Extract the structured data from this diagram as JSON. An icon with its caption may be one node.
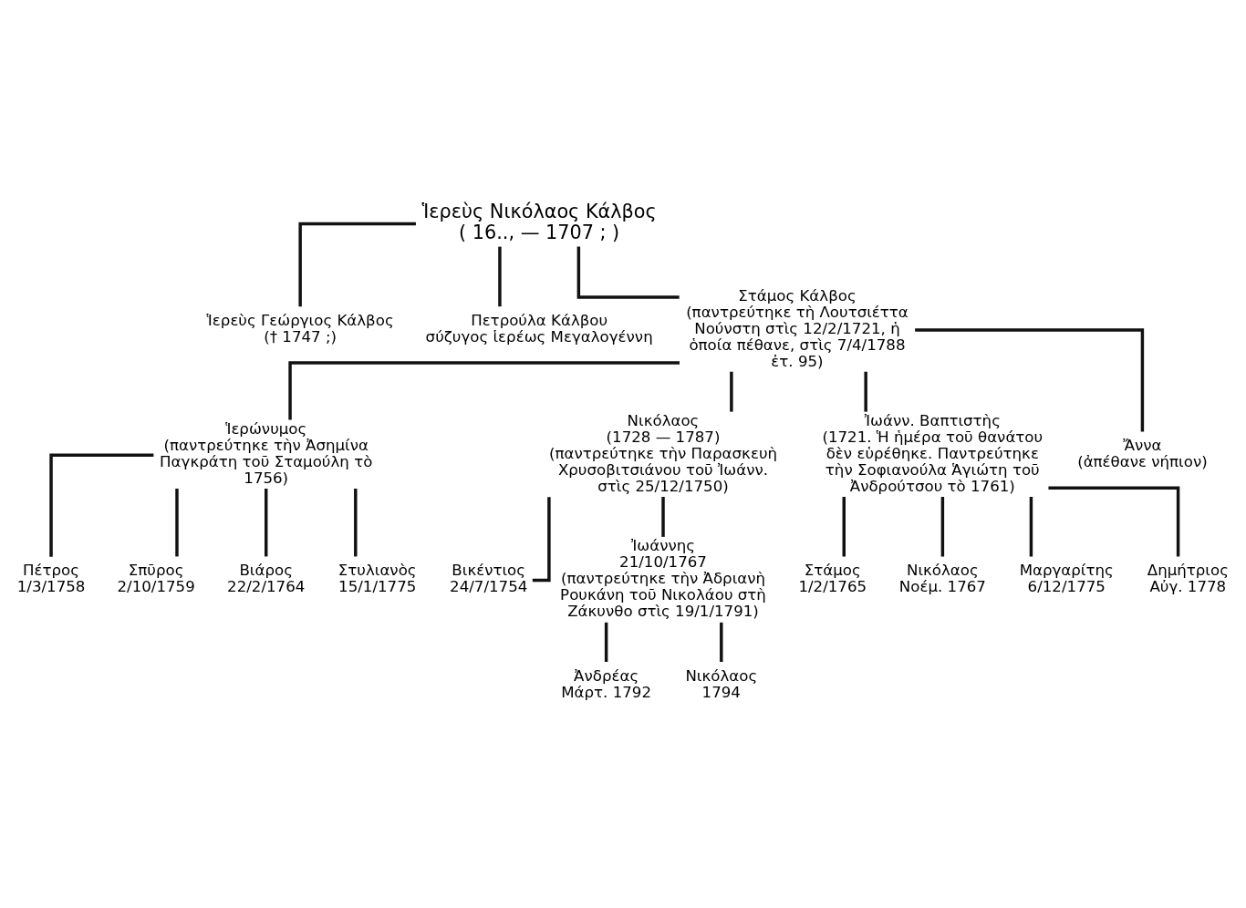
{
  "diagram": {
    "nodes": [
      {
        "text": [
          "Ἱερεὺς Νικόλαος Κάλβος",
          "( 16.., — 1707 ; )"
        ]
      },
      {
        "text": [
          "Ἱερεὺς Γεώργιος Κάλβος",
          "(† 1747 ;)"
        ]
      },
      {
        "text": [
          "Πετρούλα Κάλβου",
          "σύζυγος ἱερέως Μεγαλογέννη"
        ]
      },
      {
        "text": [
          "Στάμος Κάλβος",
          "(παντρεύτηκε τὴ Λουτσιέττα Νούνστη στὶς 12/2/1721, ἡ ὁποία πέθανε, στὶς 7/4/1788 ἐτ. 95)"
        ]
      },
      {
        "text": [
          "Ἱερώνυμος",
          "(παντρεύτηκε τὴν Ἀσημίνα Παγκράτη τοῦ Σταμούλη τὸ 1756)"
        ]
      },
      {
        "text": [
          "Νικόλαος",
          "(1728 — 1787)",
          "(παντρεύτηκε τὴν Παρασκευὴ Χρυσοβιτσιάνου τοῦ Ἰωάνν. στὶς 25/12/1750)"
        ]
      },
      {
        "text": [
          "Ἰωάνν. Βαπτιστὴς",
          "(1721. Ἡ ἡμέρα τοῦ θανάτου δὲν εὑρέθηκε. Παντρεύτηκε τὴν Σοφιανούλα Ἁγιώτη τοῦ Ἀνδρούτσου τὸ 1761)"
        ]
      },
      {
        "text": [
          "Ἄννα",
          "(ἀπέθανε νήπιον)"
        ]
      },
      {
        "text": [
          "Πέτρος",
          "1/3/1758"
        ]
      },
      {
        "text": [
          "Σπῦρος",
          "2/10/1759"
        ]
      },
      {
        "text": [
          "Βιάρος",
          "22/2/1764"
        ]
      },
      {
        "text": [
          "Στυλιανὸς",
          "15/1/1775"
        ]
      },
      {
        "text": [
          "Βικέντιος",
          "24/7/1754"
        ]
      },
      {
        "text": [
          "Ἰωάννης",
          "21/10/1767",
          "(παντρεύτηκε τὴν Ἀδριανὴ Ρουκάνη τοῦ Νικολάου στὴ Ζάκυνθο στὶς 19/1/1791)"
        ]
      },
      {
        "text": [
          "Στάμος",
          "1/2/1765"
        ]
      },
      {
        "text": [
          "Νικόλαος",
          "Νοέμ. 1767"
        ]
      },
      {
        "text": [
          "Μαργαρίτης",
          "6/12/1775"
        ]
      },
      {
        "text": [
          "Δημήτριος",
          "Αὐγ. 1778"
        ]
      },
      {
        "text": [
          "Ἀνδρέας",
          "Μάρτ. 1792"
        ]
      },
      {
        "text": [
          "Νικόλαος",
          "1794"
        ]
      }
    ],
    "edges": [
      {
        "from": 0,
        "to": 1,
        "arrow": "none"
      },
      {
        "from": 0,
        "to": 2,
        "arrow": "none"
      },
      {
        "from": 0,
        "to": 3,
        "arrow": "none"
      },
      {
        "from": 3,
        "to": 4,
        "arrow": "none"
      },
      {
        "from": 3,
        "to": 5,
        "arrow": "none"
      },
      {
        "from": 3,
        "to": 6,
        "arrow": "none"
      },
      {
        "from": 3,
        "to": 7,
        "arrow": "none"
      },
      {
        "from": 4,
        "to": 8,
        "arrow": "none"
      },
      {
        "from": 4,
        "to": 9,
        "arrow": "none"
      },
      {
        "from": 4,
        "to": 10,
        "arrow": "none"
      },
      {
        "from": 4,
        "to": 11,
        "arrow": "none"
      },
      {
        "from": 5,
        "to": 12,
        "arrow": "none"
      },
      {
        "from": 5,
        "to": 13,
        "arrow": "none"
      },
      {
        "from": 6,
        "to": 14,
        "arrow": "none"
      },
      {
        "from": 6,
        "to": 15,
        "arrow": "none"
      },
      {
        "from": 6,
        "to": 16,
        "arrow": "none"
      },
      {
        "from": 6,
        "to": 17,
        "arrow": "none"
      },
      {
        "from": 13,
        "to": 18,
        "arrow": "none"
      },
      {
        "from": 13,
        "to": 19,
        "arrow": "none"
      }
    ]
  }
}
